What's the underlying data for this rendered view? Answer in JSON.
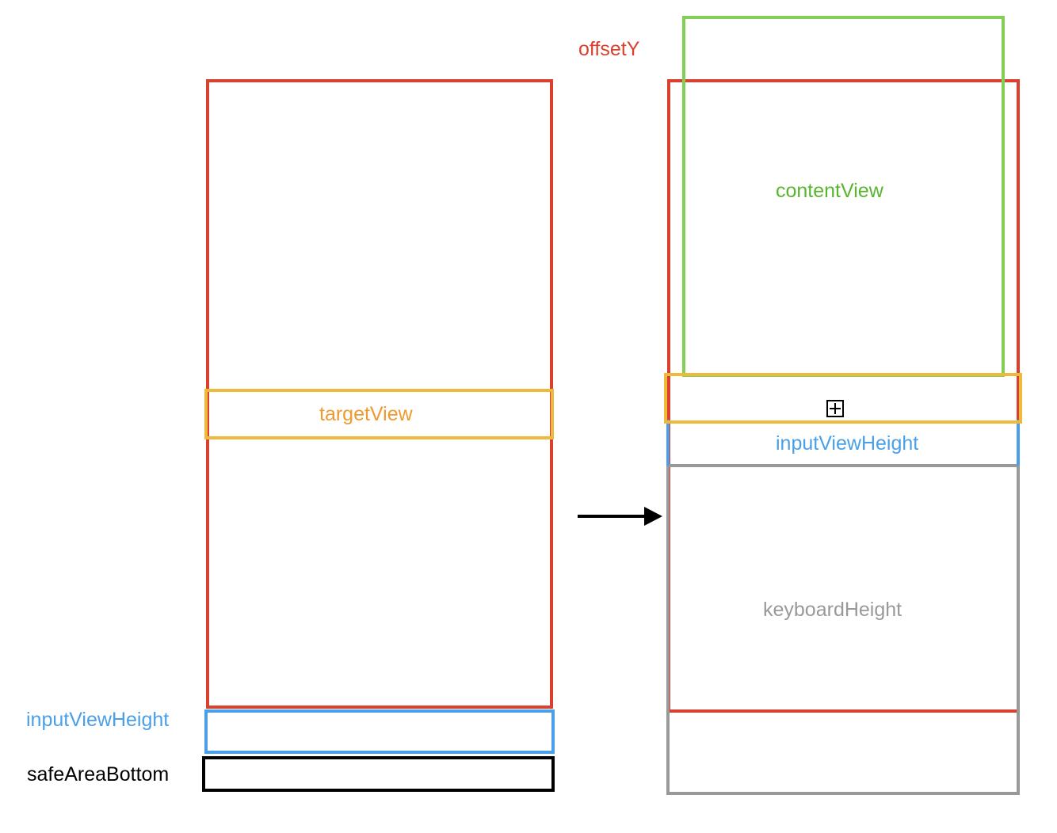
{
  "colors": {
    "screen": "#d9412e",
    "target": "#efb93b",
    "input": "#4a9fe8",
    "safe": "#000000",
    "content": "#82cf56",
    "keyboard": "#999999",
    "offset_text": "#d9412e",
    "target_text": "#ef9a2e",
    "content_text": "#59b52f",
    "keyboard_text": "#999999",
    "arrow": "#000000"
  },
  "left": {
    "target_label": "targetView",
    "input_label": "inputViewHeight",
    "safe_label": "safeAreaBottom"
  },
  "right": {
    "offset_label": "offsetY",
    "content_label": "contentView",
    "input_label": "inputViewHeight",
    "keyboard_label": "keyboardHeight",
    "marker_icon": "plus-box-icon"
  },
  "arrow_icon": "right-arrow-icon"
}
